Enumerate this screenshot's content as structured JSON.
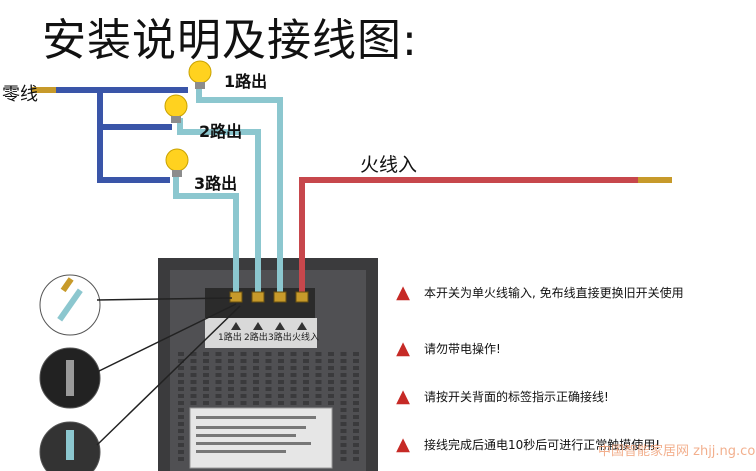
{
  "title": "安装说明及接线图:",
  "wires": {
    "neutral_label": "零线",
    "live_label": "火线入",
    "outputs": [
      "1路出",
      "2路出",
      "3路出"
    ]
  },
  "terminal_labels": [
    "1路出",
    "2路出",
    "3路出",
    "火线入"
  ],
  "notes": [
    "本开关为单火线输入, 免布线直接更换旧开关使用",
    "请勿带电操作!",
    "请按开关背面的标签指示正确接线!",
    "接线完成后通电10秒后可进行正常触摸使用!"
  ],
  "warning_icon": "warning-triangle-icon",
  "watermark": "中国智能家居网 zhjj.ng.com",
  "colors": {
    "neutral_wire": "#3a55a8",
    "output_wire": "#8cc7cf",
    "live_wire": "#c7474c",
    "warning": "#c62a26",
    "bulb": "#ffd21f"
  }
}
